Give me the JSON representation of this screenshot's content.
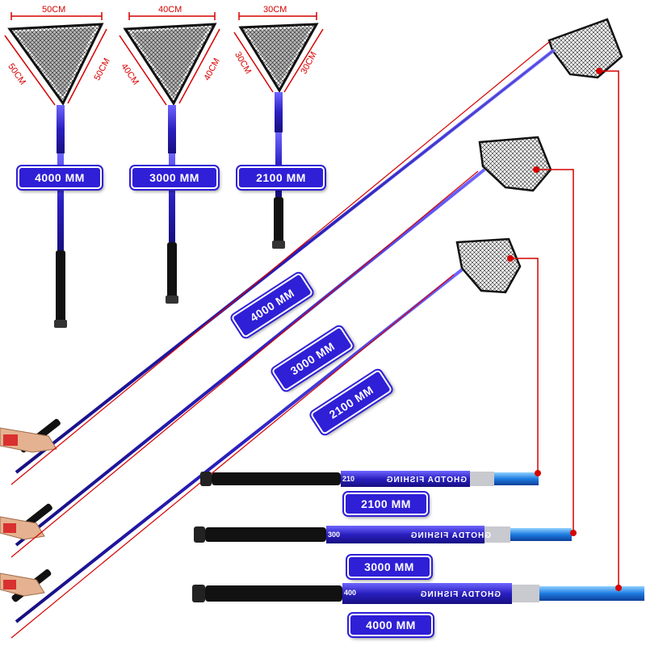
{
  "top_row": [
    {
      "width_label": "50CM",
      "left_side_label": "50CM",
      "right_side_label": "50CM",
      "length_label": "4000 MM"
    },
    {
      "width_label": "40CM",
      "left_side_label": "40CM",
      "right_side_label": "40CM",
      "length_label": "3000 MM"
    },
    {
      "width_label": "30CM",
      "left_side_label": "30CM",
      "right_side_label": "30CM",
      "length_label": "2100 MM"
    }
  ],
  "extended_labels": [
    "4000 MM",
    "3000 MM",
    "2100 MM"
  ],
  "collapsed_handles": [
    {
      "brand": "GHOTDA FISHING",
      "model": "210",
      "length_label": "2100 MM"
    },
    {
      "brand": "GHOTDA FISHING",
      "model": "300",
      "length_label": "3000 MM"
    },
    {
      "brand": "GHOTDA FISHING",
      "model": "400",
      "length_label": "4000 MM"
    }
  ],
  "colors": {
    "pole": "#3a2fc8",
    "label_bg": "#2f1fd6",
    "dimension": "#d60000",
    "connector": "#d60000"
  }
}
